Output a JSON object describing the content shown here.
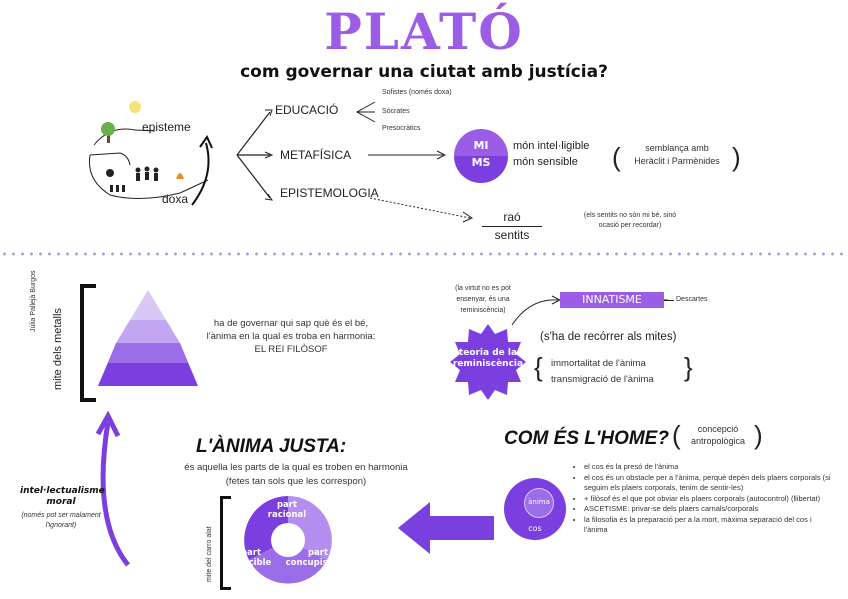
{
  "title": "PLATÓ",
  "subtitle": "com governar una ciutat amb justícia?",
  "cave": {
    "episteme": "episteme",
    "doxa": "doxa"
  },
  "branches": {
    "educacio": "EDUCACIÓ",
    "metafisica": "METAFÍSICA",
    "epistemologia": "EPISTEMOLOGIA"
  },
  "educacio_list": [
    "Sofistes (només doxa)",
    "Sòcrates",
    "Presocràtics"
  ],
  "mi": "MI",
  "ms": "MS",
  "mon_intelligible": "món intel·ligible",
  "mon_sensible": "món sensible",
  "semblanca": [
    "semblança amb",
    "Heràclit i Parmènides"
  ],
  "rao": "raó",
  "sentits": "sentits",
  "sentits_note": [
    "(els sentits no són mi bé, sinó",
    "ocasió per recordar)"
  ],
  "author": "Júlia Pallejà Burgos",
  "mite_metalls": "mite dels metalls",
  "pyramid_text": [
    "ha de governar qui sap què és el bé,",
    "l'ànima en la qual es troba en harmonia:",
    "EL REI FILÒSOF"
  ],
  "virtut_note": [
    "(la virtut no es pot",
    "ensenyar, és una",
    "reminiscència)"
  ],
  "innatisme": "INNATISME",
  "descartes": "Descartes",
  "mites": "(s'ha de recórrer als mites)",
  "reminiscencia": [
    "teoria de la",
    "reminiscència"
  ],
  "reminiscencia_list": [
    "immortalitat de l'ànima",
    "transmigració de l'ànima"
  ],
  "anima_justa": "L'ÀNIMA JUSTA:",
  "anima_justa_desc": [
    "és aquella les parts de la qual es troben en harmonia",
    "(fetes tan sols que les correspon)"
  ],
  "intel": [
    "intel·lectualisme",
    "moral"
  ],
  "intel_note": [
    "(només pot ser malament",
    "l'ignorant)"
  ],
  "mite_carro": "mite del carro alat",
  "parts": {
    "racional": [
      "part",
      "racional"
    ],
    "irascible": [
      "part",
      "irascible"
    ],
    "concupiscible": [
      "part",
      "concupiscible"
    ]
  },
  "com_home": "COM ÉS L'HOME?",
  "concepcio": [
    "concepció",
    "antropològica"
  ],
  "anima": "ànima",
  "cos": "cos",
  "home_list": [
    "el cos és la presó de l'ànima",
    "el cos és un obstacle per a l'ànima, perquè depèn dels plaers corporals (si seguim els plaers corporals, tenim de sentir-les)",
    "+ filòsof és el que pot obviar els plaers corporals (autocontrol) (llibertat)",
    "ASCETISME: privar-se dels plaers carnals/corporals",
    "la filosofia és la preparació per a la mort, màxima separació del cos i l'ànima"
  ],
  "colors": {
    "accent": "#9b5de5",
    "dark": "#7b3fe0",
    "light": "#d9c8f5",
    "mid": "#b38ef0"
  }
}
